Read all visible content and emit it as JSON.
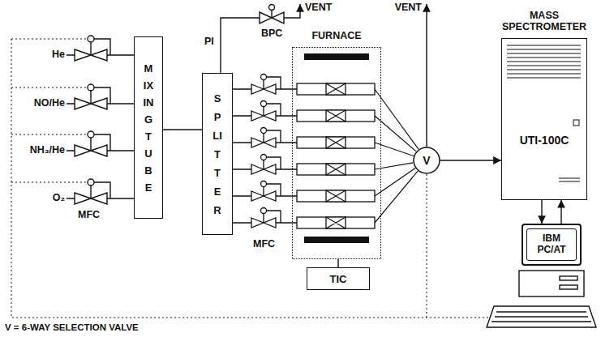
{
  "diagram": {
    "nodes": [
      {
        "text": [
          "MIXING TUBE"
        ]
      },
      {
        "text": [
          "SPLITTER"
        ]
      },
      {
        "text": [
          "FURNACE"
        ]
      },
      {
        "text": [
          "V"
        ]
      },
      {
        "text": [
          "TIC"
        ]
      },
      {
        "text": [
          "MASS SPECTROMETER",
          "UTI-100C"
        ]
      },
      {
        "text": [
          "IBM PC/AT"
        ]
      }
    ],
    "edges": [
      {
        "from": 0,
        "to": 1,
        "arrow": "none"
      },
      {
        "from": 4,
        "to": 2,
        "arrow": "none"
      },
      {
        "from": 3,
        "to": 5,
        "arrow": "to"
      },
      {
        "from": 5,
        "to": 6,
        "arrow": "to"
      },
      {
        "from": 6,
        "to": 5,
        "arrow": "to"
      }
    ],
    "labels": [
      "He",
      "NO/He",
      "NH₃/He",
      "O₂",
      "MFC",
      "PI",
      "BPC",
      "VENT",
      "MFC",
      "VENT",
      "V = 6-WAY SELECTION VALVE"
    ]
  }
}
